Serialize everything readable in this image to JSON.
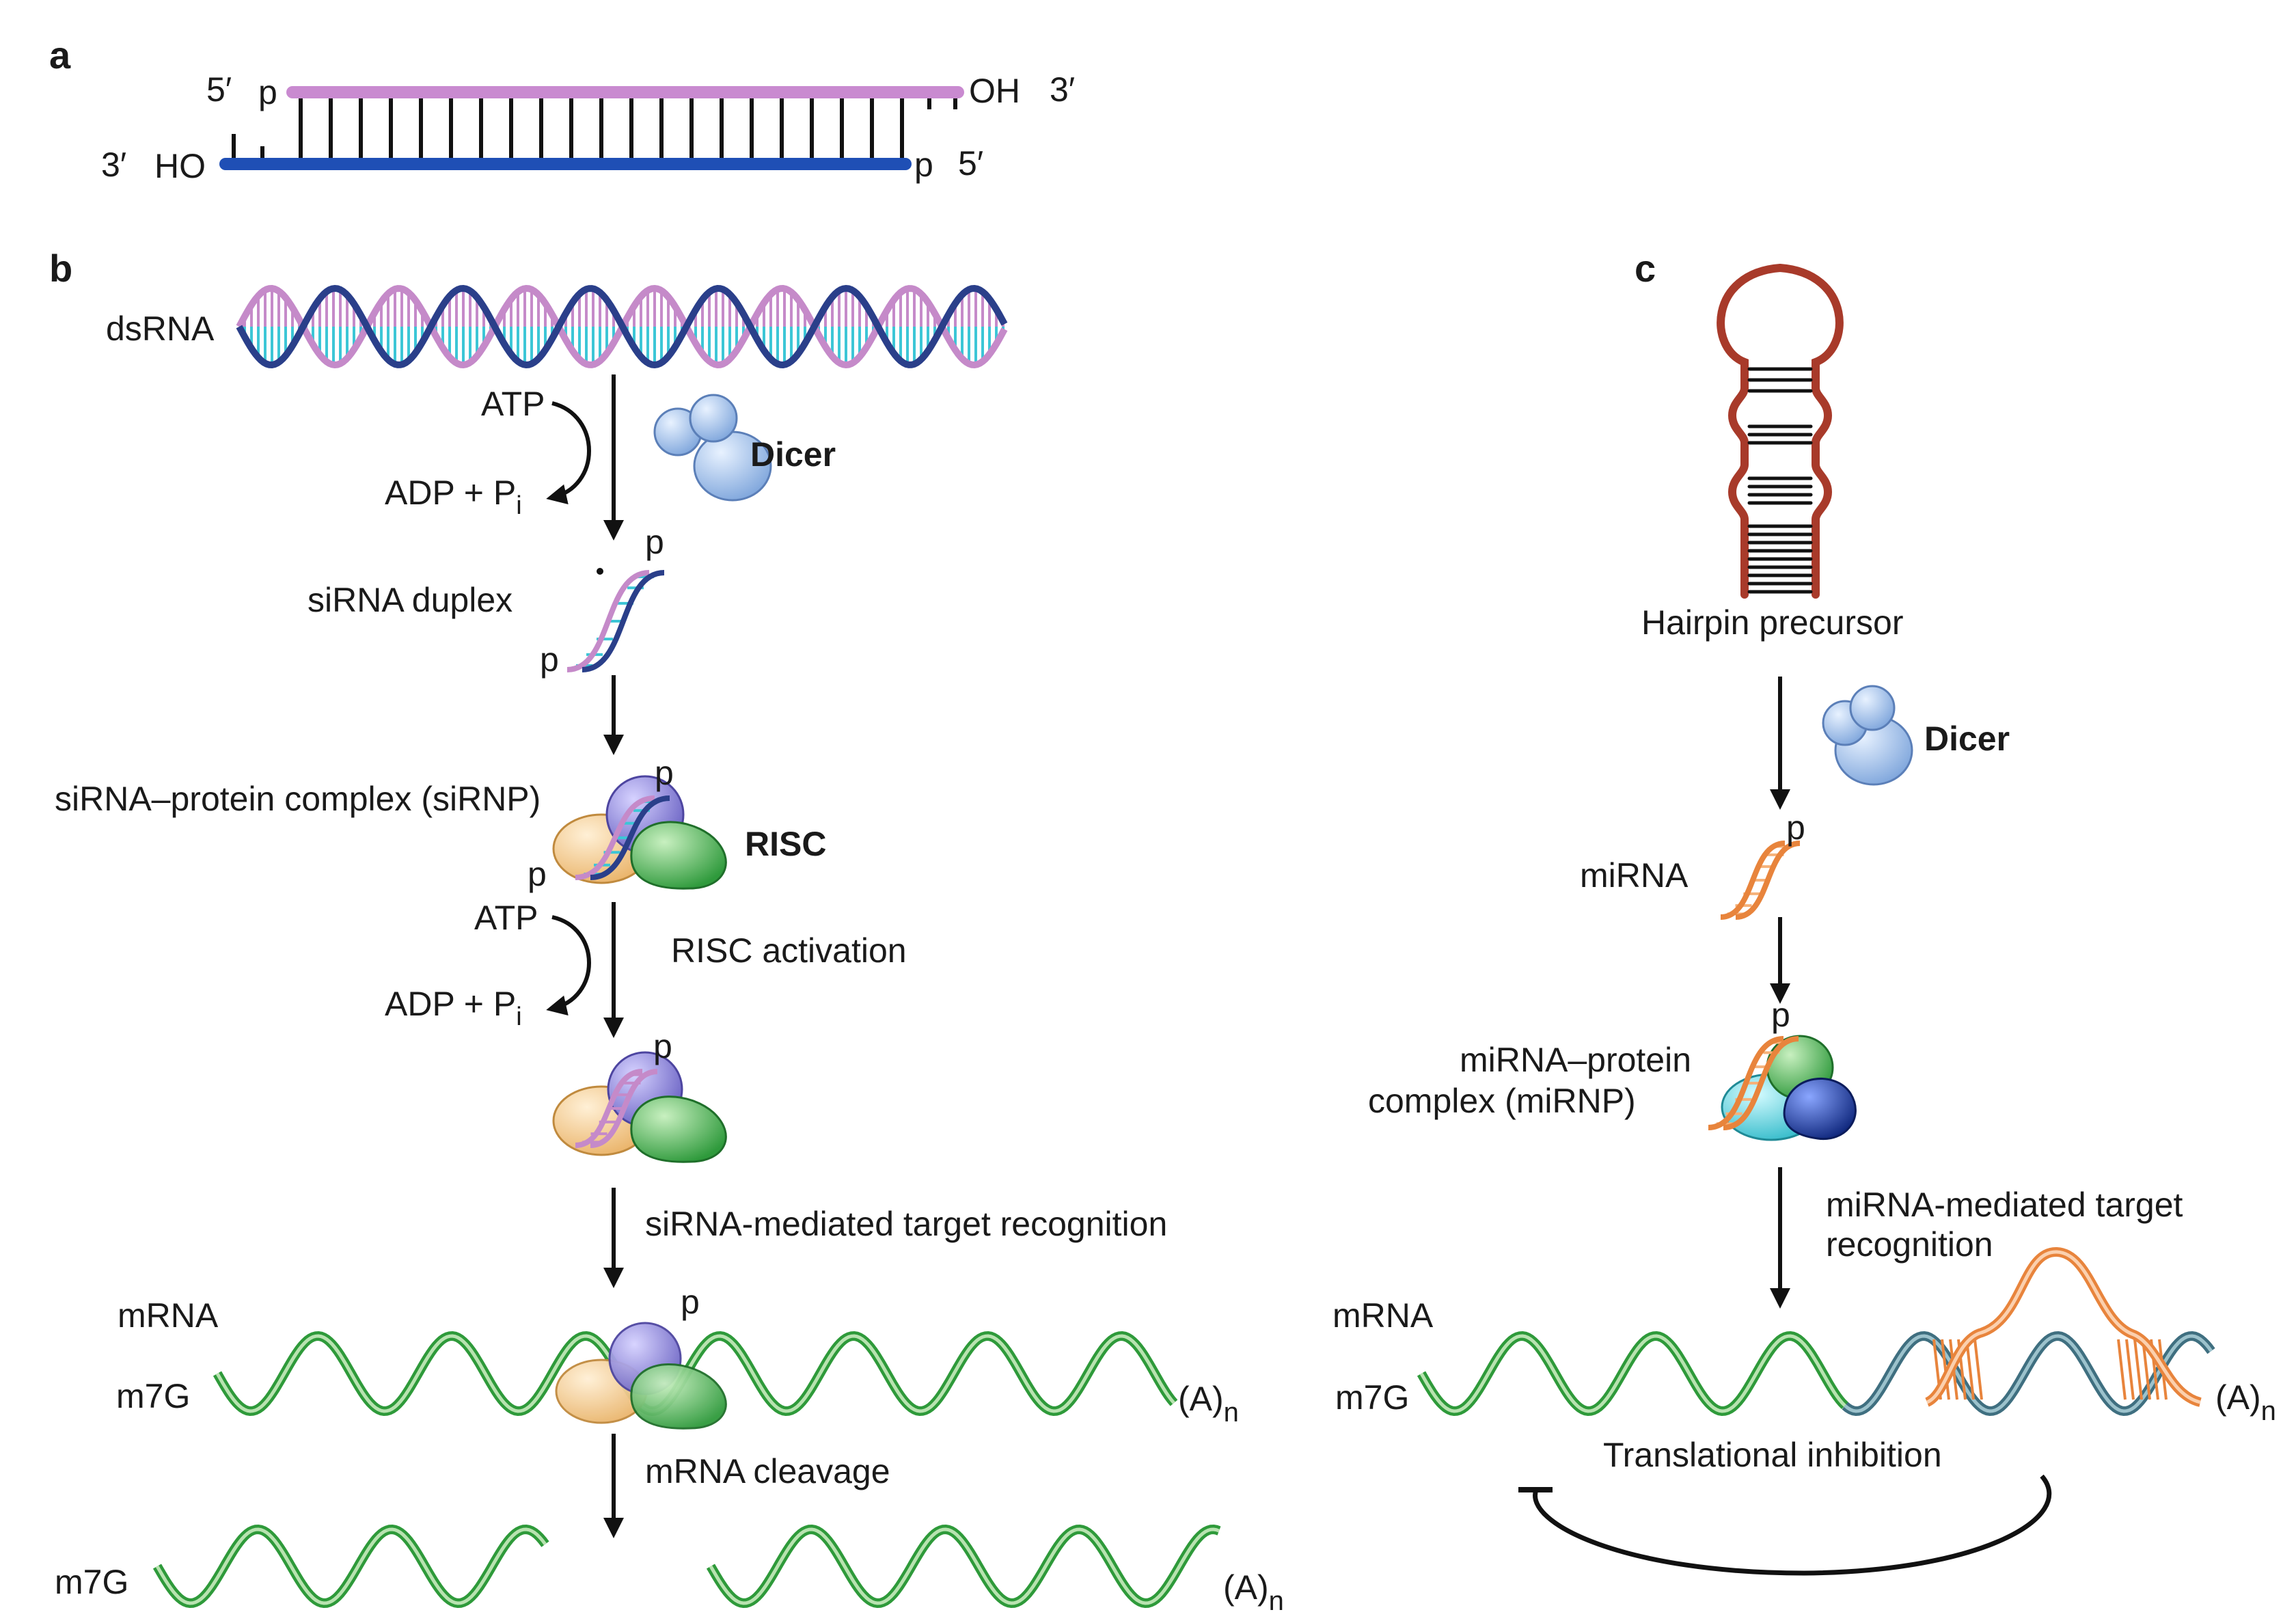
{
  "panels": {
    "a": "a",
    "b": "b",
    "c": "c"
  },
  "panel_a": {
    "top_5prime": "5′",
    "top_phosphate": "p",
    "top_oh": "OH",
    "top_3prime": "3′",
    "bottom_3prime": "3′",
    "bottom_ho": "HO",
    "bottom_phosphate": "p",
    "bottom_5prime": "5′"
  },
  "panel_b": {
    "dsrna": "dsRNA",
    "atp_1": "ATP",
    "adp_1": "ADP + P",
    "pi_sub_1": "i",
    "dicer": "Dicer",
    "sirna_duplex": "siRNA duplex",
    "duplex_p_top": "p",
    "duplex_p_bottom": "p",
    "sirnp": "siRNA–protein complex (siRNP)",
    "sirnp_p_top": "p",
    "sirnp_p_bottom": "p",
    "risc": "RISC",
    "atp_2": "ATP",
    "adp_2": "ADP + P",
    "pi_sub_2": "i",
    "risc_activation": "RISC activation",
    "active_p": "p",
    "target_recognition": "siRNA-mediated target recognition",
    "mrna": "mRNA",
    "m7g": "m7G",
    "poly_a": "(A)",
    "poly_a_sub": "n",
    "target_p": "p",
    "mrna_cleavage": "mRNA cleavage",
    "m7g_cleaved": "m7G",
    "poly_a_cleaved": "(A)",
    "poly_a_cleaved_sub": "n"
  },
  "panel_c": {
    "hairpin": "Hairpin precursor",
    "dicer": "Dicer",
    "mirna": "miRNA",
    "mirna_p": "p",
    "mirnp_line1": "miRNA–protein",
    "mirnp_line2": "complex (miRNP)",
    "mirnp_p": "p",
    "target_line1": "miRNA-mediated target",
    "target_line2": "recognition",
    "mrna": "mRNA",
    "m7g": "m7G",
    "poly_a": "(A)",
    "poly_a_sub": "n",
    "inhibition": "Translational inhibition"
  },
  "colors": {
    "sense_strand": "#c98ad0",
    "antisense_strand": "#1f4fb5",
    "helix_blue": "#2a3f8a",
    "helix_cyan": "#3cc6d6",
    "helix_pink": "#c58ac9",
    "dicer": "#a9c8ef",
    "risc_purple": "#8b85d8",
    "risc_orange": "#f6c98a",
    "risc_green": "#3ea84a",
    "mrna_green": "#2e9a3a",
    "mrna_light": "#b8e3b0",
    "hairpin": "#a83a2a",
    "mirna_orange": "#e8843c",
    "mirnp_navy": "#1b3a9a",
    "mirnp_cyan": "#4fd0dc",
    "teal_strand": "#3f6f80"
  }
}
